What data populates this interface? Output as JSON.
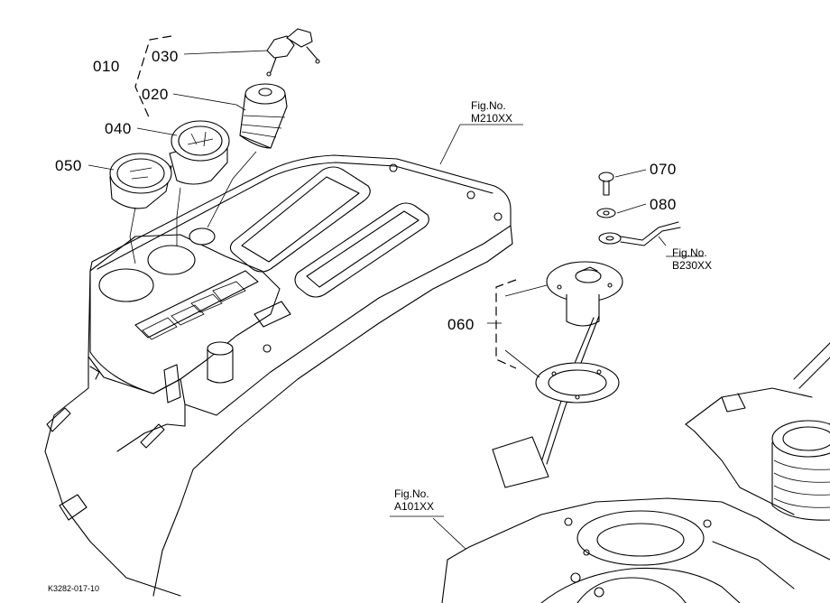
{
  "parts": [
    {
      "id": "010",
      "label": "010"
    },
    {
      "id": "020",
      "label": "020"
    },
    {
      "id": "030",
      "label": "030"
    },
    {
      "id": "040",
      "label": "040"
    },
    {
      "id": "050",
      "label": "050"
    },
    {
      "id": "060",
      "label": "060"
    },
    {
      "id": "070",
      "label": "070"
    },
    {
      "id": "080",
      "label": "080"
    }
  ],
  "references": [
    {
      "title": "Fig.No.",
      "code": "M210XX"
    },
    {
      "title": "Fig.No.",
      "code": "B230XX"
    },
    {
      "title": "Fig.No.",
      "code": "A101XX"
    }
  ],
  "drawing_code": "K3282-017-10"
}
